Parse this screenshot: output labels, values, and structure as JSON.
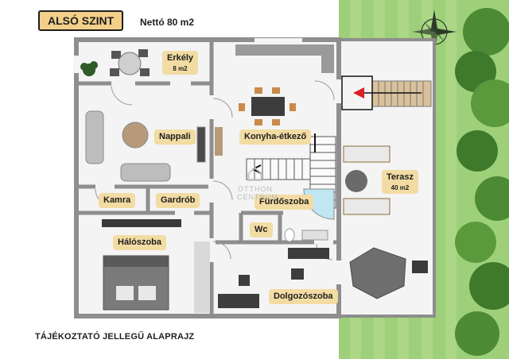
{
  "header": {
    "level": "ALSÓ SZINT",
    "net_area": "Nettó  80 m2"
  },
  "rooms": {
    "erkely": {
      "name": "Erkély",
      "area": "8 m2"
    },
    "nappali": {
      "name": "Nappali"
    },
    "konyha": {
      "name": "Konyha-étkező"
    },
    "kamra": {
      "name": "Kamra"
    },
    "gardrob": {
      "name": "Gardrób"
    },
    "furdoszoba": {
      "name": "Fürdőszoba"
    },
    "wc": {
      "name": "Wc"
    },
    "haloszoba": {
      "name": "Hálószoba"
    },
    "dolgozoszoba": {
      "name": "Dolgozószoba"
    },
    "terasz": {
      "name": "Terasz",
      "area": "40 m2"
    }
  },
  "watermark": {
    "line1": "OTTHON",
    "line2": "CENTRUM"
  },
  "footer": {
    "note": "TÁJÉKOZTATÓ JELLEGŰ ALAPRAJZ"
  },
  "icons": [
    "compass-rose-icon",
    "stairs-arrow-icon",
    "plant-icon",
    "tree-icon"
  ],
  "colors": {
    "wall": "#8e8e8e",
    "floor": "#f4f4f4",
    "label_bg": "#f3dca4",
    "header_bg": "#f3d08a",
    "grass": "#9ed07a",
    "stair_red": "#d81f26"
  }
}
